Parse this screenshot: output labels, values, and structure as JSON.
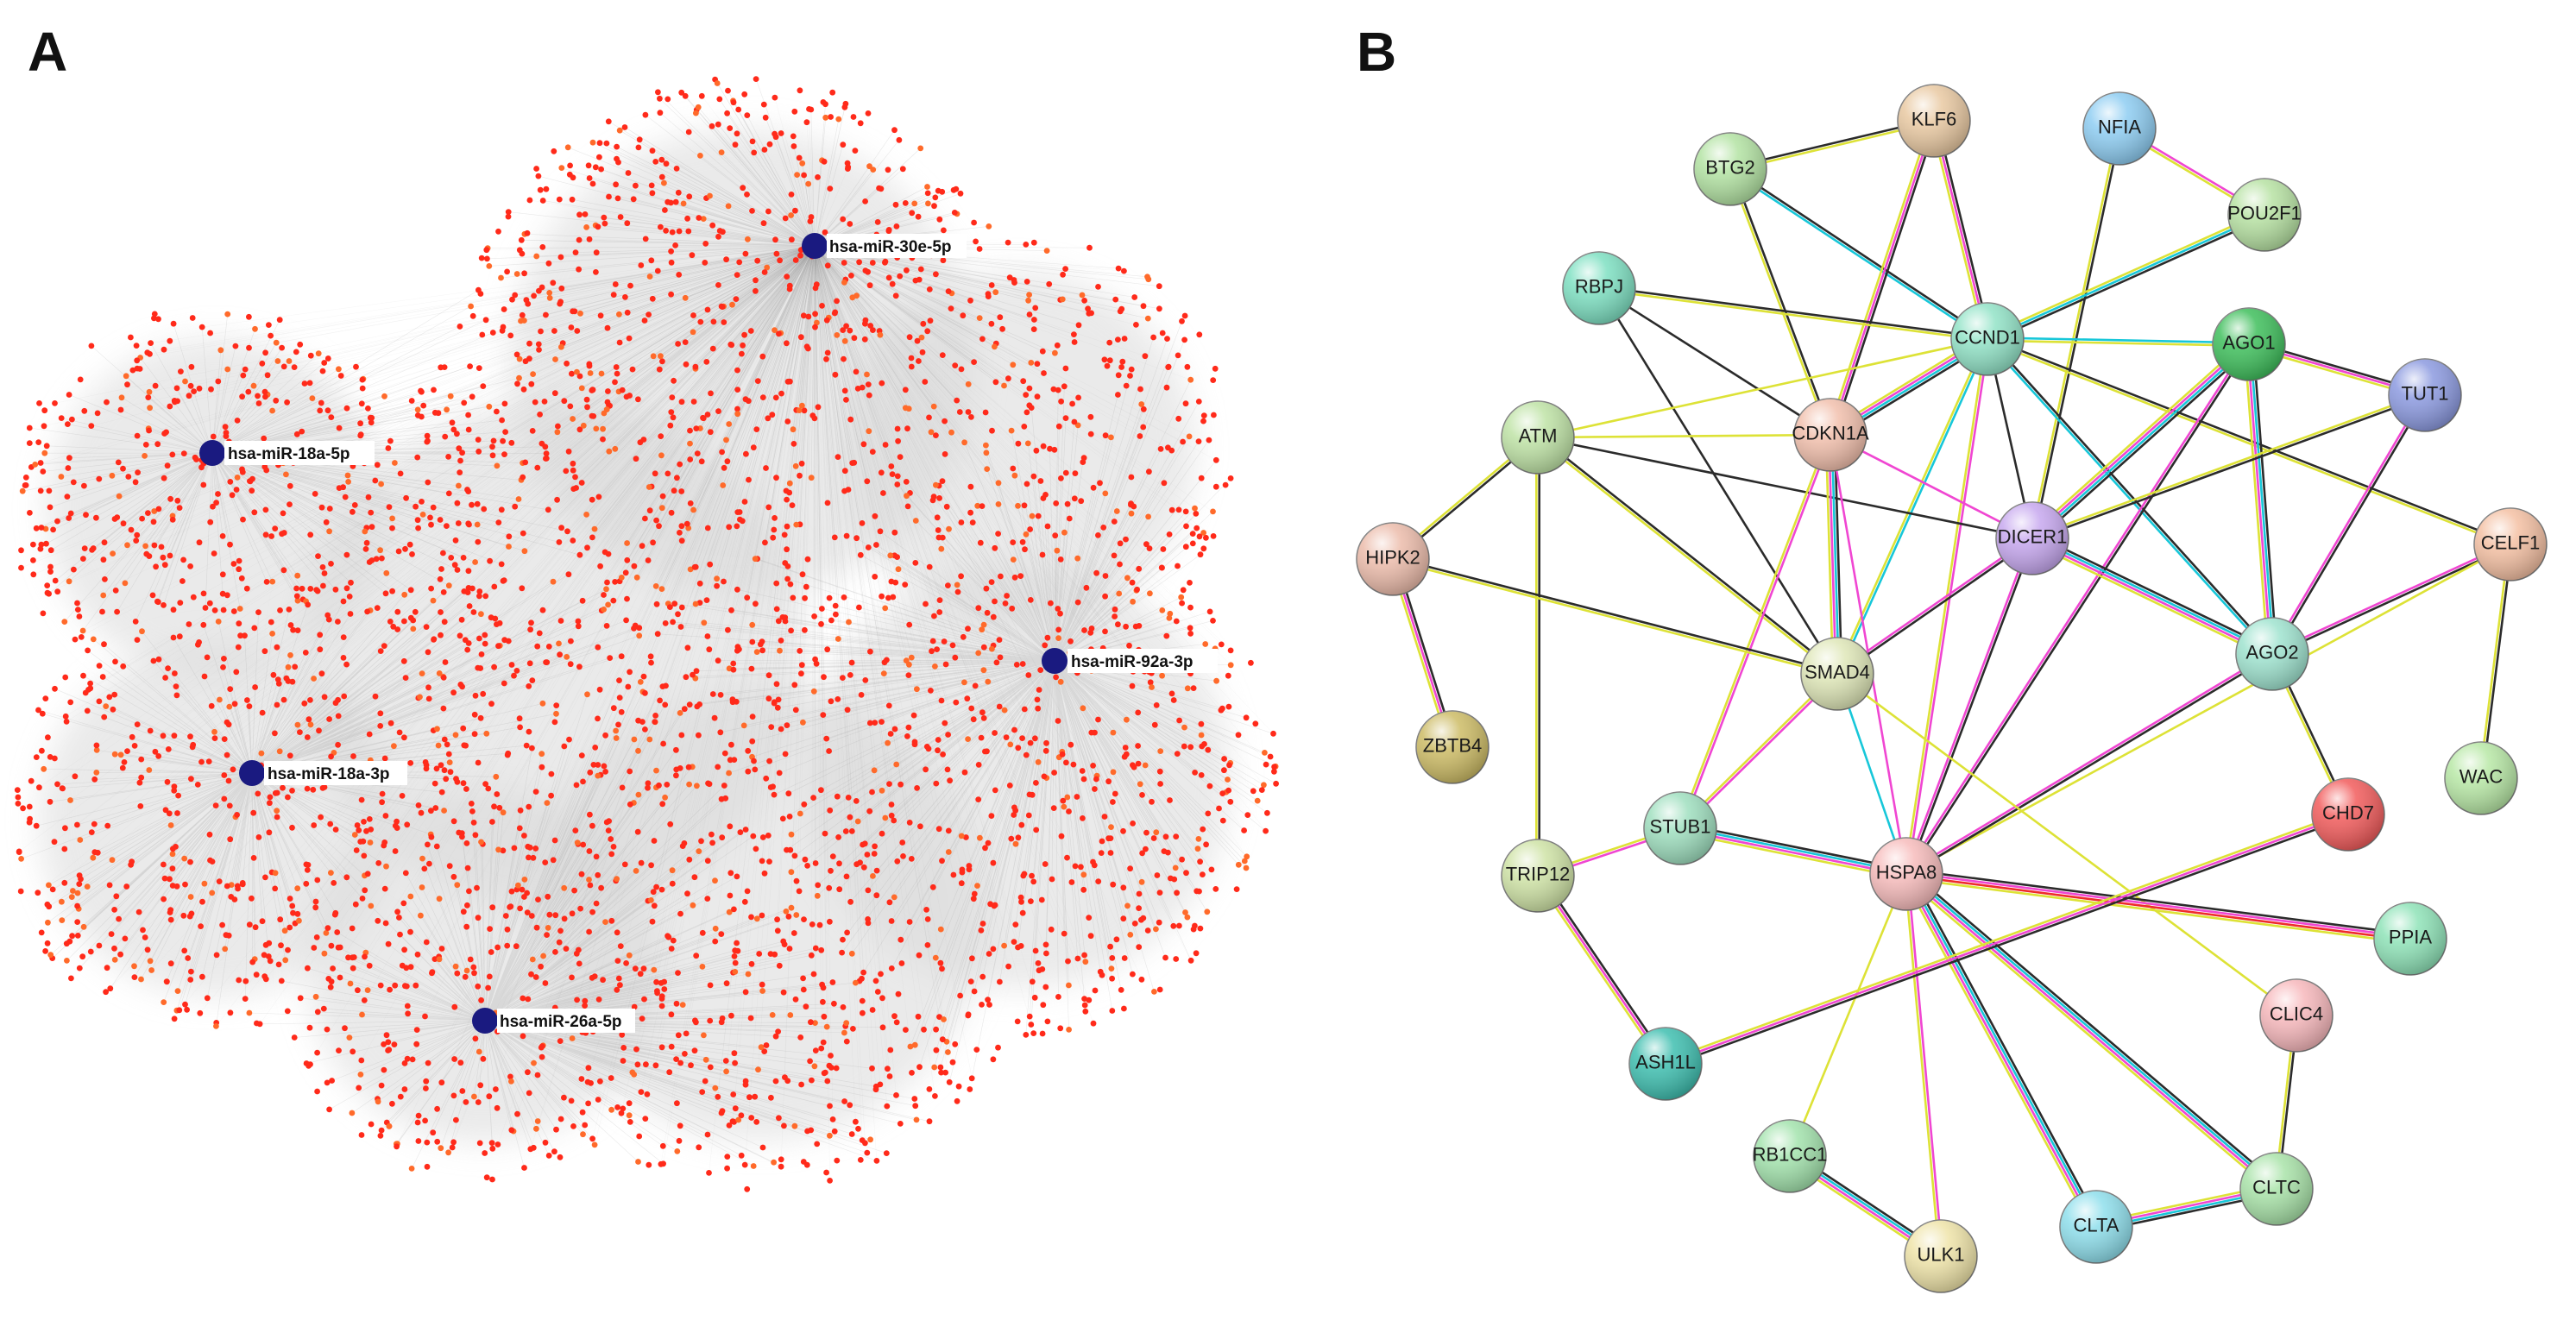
{
  "panel_a": {
    "letter": "A",
    "hub_color": "#1a1a80",
    "target_colors": [
      "#ff2a1a",
      "#ff6a2a"
    ],
    "edge_color": "#8c8c8c",
    "hubs": [
      {
        "id": "h1",
        "label": "hsa-miR-30e-5p"
      },
      {
        "id": "h2",
        "label": "hsa-miR-18a-5p"
      },
      {
        "id": "h3",
        "label": "hsa-miR-92a-3p"
      },
      {
        "id": "h4",
        "label": "hsa-miR-18a-3p"
      },
      {
        "id": "h5",
        "label": "hsa-miR-26a-5p"
      }
    ]
  },
  "panel_b": {
    "letter": "B",
    "proteins": [
      {
        "id": "KLF6",
        "label": "KLF6",
        "color": "#e9c9a2"
      },
      {
        "id": "NFIA",
        "label": "NFIA",
        "color": "#8ecdf2"
      },
      {
        "id": "BTG2",
        "label": "BTG2",
        "color": "#b3e3a3"
      },
      {
        "id": "POU2F1",
        "label": "POU2F1",
        "color": "#b7e2a3"
      },
      {
        "id": "RBPJ",
        "label": "RBPJ",
        "color": "#7ee0c2"
      },
      {
        "id": "CCND1",
        "label": "CCND1",
        "color": "#92e3c7"
      },
      {
        "id": "AGO1",
        "label": "AGO1",
        "color": "#3fbf5c"
      },
      {
        "id": "TUT1",
        "label": "TUT1",
        "color": "#8c9ae0"
      },
      {
        "id": "ATM",
        "label": "ATM",
        "color": "#bfe3a6"
      },
      {
        "id": "CDKN1A",
        "label": "CDKN1A",
        "color": "#f2c0ad"
      },
      {
        "id": "HIPK2",
        "label": "HIPK2",
        "color": "#ecbcab"
      },
      {
        "id": "DICER1",
        "label": "DICER1",
        "color": "#c7a8ef"
      },
      {
        "id": "CELF1",
        "label": "CELF1",
        "color": "#f4c0a3"
      },
      {
        "id": "SMAD4",
        "label": "SMAD4",
        "color": "#dfe7b8"
      },
      {
        "id": "AGO2",
        "label": "AGO2",
        "color": "#9fe3cf"
      },
      {
        "id": "ZBTB4",
        "label": "ZBTB4",
        "color": "#cdbc66"
      },
      {
        "id": "WAC",
        "label": "WAC",
        "color": "#b8e8a6"
      },
      {
        "id": "STUB1",
        "label": "STUB1",
        "color": "#9fdfbf"
      },
      {
        "id": "CHD7",
        "label": "CHD7",
        "color": "#f25c5c"
      },
      {
        "id": "TRIP12",
        "label": "TRIP12",
        "color": "#cfe3a6"
      },
      {
        "id": "HSPA8",
        "label": "HSPA8",
        "color": "#f7bcbc"
      },
      {
        "id": "PPIA",
        "label": "PPIA",
        "color": "#8fe3b8"
      },
      {
        "id": "CLIC4",
        "label": "CLIC4",
        "color": "#f7b8bc"
      },
      {
        "id": "ASH1L",
        "label": "ASH1L",
        "color": "#3fbfb0"
      },
      {
        "id": "RB1CC1",
        "label": "RB1CC1",
        "color": "#a3e3ad"
      },
      {
        "id": "CLTC",
        "label": "CLTC",
        "color": "#a9e3a9"
      },
      {
        "id": "CLTA",
        "label": "CLTA",
        "color": "#8fdfec"
      },
      {
        "id": "ULK1",
        "label": "ULK1",
        "color": "#efe4a9"
      }
    ],
    "interactions": [
      {
        "a": "BTG2",
        "b": "KLF6",
        "types": [
          "black",
          "yellow"
        ]
      },
      {
        "a": "BTG2",
        "b": "CCND1",
        "types": [
          "black",
          "cyan"
        ]
      },
      {
        "a": "BTG2",
        "b": "CDKN1A",
        "types": [
          "black",
          "yellow"
        ]
      },
      {
        "a": "KLF6",
        "b": "CDKN1A",
        "types": [
          "black",
          "magenta",
          "yellow"
        ]
      },
      {
        "a": "KLF6",
        "b": "CCND1",
        "types": [
          "black",
          "magenta",
          "yellow"
        ]
      },
      {
        "a": "NFIA",
        "b": "POU2F1",
        "types": [
          "magenta",
          "yellow"
        ]
      },
      {
        "a": "NFIA",
        "b": "DICER1",
        "types": [
          "black",
          "yellow"
        ]
      },
      {
        "a": "POU2F1",
        "b": "CCND1",
        "types": [
          "black",
          "cyan",
          "yellow"
        ]
      },
      {
        "a": "RBPJ",
        "b": "CCND1",
        "types": [
          "black",
          "yellow"
        ]
      },
      {
        "a": "RBPJ",
        "b": "CDKN1A",
        "types": [
          "black"
        ]
      },
      {
        "a": "RBPJ",
        "b": "SMAD4",
        "types": [
          "black"
        ]
      },
      {
        "a": "CCND1",
        "b": "CDKN1A",
        "types": [
          "black",
          "cyan",
          "magenta",
          "yellow"
        ]
      },
      {
        "a": "CCND1",
        "b": "AGO1",
        "types": [
          "cyan",
          "yellow"
        ]
      },
      {
        "a": "CCND1",
        "b": "DICER1",
        "types": [
          "black"
        ]
      },
      {
        "a": "CCND1",
        "b": "AGO2",
        "types": [
          "black",
          "cyan"
        ]
      },
      {
        "a": "CCND1",
        "b": "CELF1",
        "types": [
          "black",
          "yellow"
        ]
      },
      {
        "a": "CCND1",
        "b": "SMAD4",
        "types": [
          "cyan",
          "yellow"
        ]
      },
      {
        "a": "CCND1",
        "b": "ATM",
        "types": [
          "yellow"
        ]
      },
      {
        "a": "CCND1",
        "b": "HSPA8",
        "types": [
          "magenta",
          "yellow"
        ]
      },
      {
        "a": "AGO1",
        "b": "TUT1",
        "types": [
          "black",
          "magenta",
          "yellow"
        ]
      },
      {
        "a": "AGO1",
        "b": "DICER1",
        "types": [
          "black",
          "cyan",
          "magenta",
          "yellow"
        ]
      },
      {
        "a": "AGO1",
        "b": "AGO2",
        "types": [
          "black",
          "cyan",
          "magenta",
          "yellow"
        ]
      },
      {
        "a": "AGO1",
        "b": "HSPA8",
        "types": [
          "black",
          "magenta"
        ]
      },
      {
        "a": "TUT1",
        "b": "AGO2",
        "types": [
          "black",
          "magenta"
        ]
      },
      {
        "a": "TUT1",
        "b": "DICER1",
        "types": [
          "black",
          "yellow"
        ]
      },
      {
        "a": "ATM",
        "b": "CDKN1A",
        "types": [
          "yellow"
        ]
      },
      {
        "a": "ATM",
        "b": "HIPK2",
        "types": [
          "black",
          "yellow"
        ]
      },
      {
        "a": "ATM",
        "b": "DICER1",
        "types": [
          "black"
        ]
      },
      {
        "a": "ATM",
        "b": "SMAD4",
        "types": [
          "black",
          "yellow"
        ]
      },
      {
        "a": "ATM",
        "b": "TRIP12",
        "types": [
          "black",
          "yellow"
        ]
      },
      {
        "a": "CDKN1A",
        "b": "DICER1",
        "types": [
          "magenta"
        ]
      },
      {
        "a": "CDKN1A",
        "b": "SMAD4",
        "types": [
          "black",
          "cyan",
          "magenta",
          "yellow"
        ]
      },
      {
        "a": "CDKN1A",
        "b": "STUB1",
        "types": [
          "magenta",
          "yellow"
        ]
      },
      {
        "a": "CDKN1A",
        "b": "HSPA8",
        "types": [
          "magenta"
        ]
      },
      {
        "a": "HIPK2",
        "b": "SMAD4",
        "types": [
          "black",
          "yellow"
        ]
      },
      {
        "a": "HIPK2",
        "b": "ZBTB4",
        "types": [
          "black",
          "magenta",
          "yellow"
        ]
      },
      {
        "a": "DICER1",
        "b": "AGO2",
        "types": [
          "black",
          "cyan",
          "magenta",
          "yellow"
        ]
      },
      {
        "a": "DICER1",
        "b": "SMAD4",
        "types": [
          "black",
          "magenta"
        ]
      },
      {
        "a": "DICER1",
        "b": "HSPA8",
        "types": [
          "black",
          "magenta"
        ]
      },
      {
        "a": "CELF1",
        "b": "AGO2",
        "types": [
          "black",
          "magenta"
        ]
      },
      {
        "a": "CELF1",
        "b": "WAC",
        "types": [
          "black",
          "yellow"
        ]
      },
      {
        "a": "CELF1",
        "b": "HSPA8",
        "types": [
          "yellow"
        ]
      },
      {
        "a": "AGO2",
        "b": "HSPA8",
        "types": [
          "black",
          "magenta"
        ]
      },
      {
        "a": "AGO2",
        "b": "CHD7",
        "types": [
          "black",
          "yellow"
        ]
      },
      {
        "a": "SMAD4",
        "b": "STUB1",
        "types": [
          "magenta",
          "yellow"
        ]
      },
      {
        "a": "SMAD4",
        "b": "HSPA8",
        "types": [
          "cyan"
        ]
      },
      {
        "a": "SMAD4",
        "b": "CLIC4",
        "types": [
          "yellow"
        ]
      },
      {
        "a": "STUB1",
        "b": "HSPA8",
        "types": [
          "black",
          "cyan",
          "magenta",
          "yellow"
        ]
      },
      {
        "a": "STUB1",
        "b": "TRIP12",
        "types": [
          "magenta",
          "yellow"
        ]
      },
      {
        "a": "TRIP12",
        "b": "ASH1L",
        "types": [
          "black",
          "magenta",
          "yellow"
        ]
      },
      {
        "a": "HSPA8",
        "b": "PPIA",
        "types": [
          "black",
          "magenta",
          "red",
          "yellow"
        ]
      },
      {
        "a": "HSPA8",
        "b": "CLTC",
        "types": [
          "black",
          "cyan",
          "magenta",
          "yellow"
        ]
      },
      {
        "a": "HSPA8",
        "b": "CLTA",
        "types": [
          "black",
          "cyan",
          "magenta",
          "yellow"
        ]
      },
      {
        "a": "HSPA8",
        "b": "ULK1",
        "types": [
          "magenta",
          "yellow"
        ]
      },
      {
        "a": "HSPA8",
        "b": "RB1CC1",
        "types": [
          "yellow"
        ]
      },
      {
        "a": "CHD7",
        "b": "ASH1L",
        "types": [
          "black",
          "magenta",
          "yellow"
        ]
      },
      {
        "a": "CLIC4",
        "b": "CLTC",
        "types": [
          "black",
          "yellow"
        ]
      },
      {
        "a": "CLTC",
        "b": "CLTA",
        "types": [
          "black",
          "cyan",
          "magenta",
          "yellow"
        ]
      },
      {
        "a": "RB1CC1",
        "b": "ULK1",
        "types": [
          "black",
          "cyan",
          "magenta",
          "yellow"
        ]
      }
    ],
    "edge_colors": {
      "black": "#2b2b2b",
      "cyan": "#17c7d9",
      "magenta": "#f046d2",
      "yellow": "#dde236",
      "red": "#ef2b2b"
    }
  }
}
